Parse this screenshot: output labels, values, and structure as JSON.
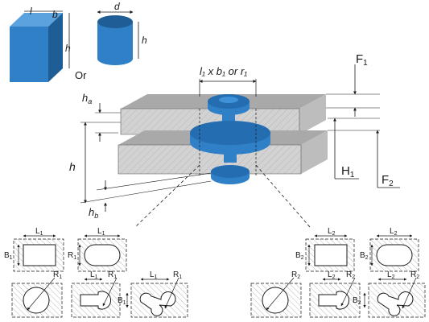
{
  "colors": {
    "blue": "#2f80c6",
    "blue_dark": "#1f5d97",
    "blue_top": "#236db0",
    "blade_top": "#a9a9a9",
    "blade_front": "#d2d2d2",
    "hatch": "#8c8c8c",
    "line": "#1a1a1a"
  },
  "icons": {
    "prism": "rectangular-prism-icon",
    "cylinder": "cylinder-icon"
  },
  "stock": {
    "prism": {
      "l": "l",
      "b": "b",
      "h": "h"
    },
    "cylinder": {
      "d": "d",
      "h": "h"
    },
    "or_label": "Or"
  },
  "main": {
    "section_text": "l₁ x b₁ or r₁",
    "labels": {
      "ha": "h",
      "ha_sub": "a",
      "h": "h",
      "hb": "h",
      "hb_sub": "b",
      "F1": "F",
      "F1_sub": "1",
      "H1": "H",
      "H1_sub": "1",
      "F2": "F",
      "F2_sub": "2"
    }
  },
  "sections": {
    "left": {
      "rect": {
        "L": "L",
        "L_sub": "1",
        "B": "B",
        "B_sub": "1"
      },
      "oval": {
        "L": "L",
        "L_sub": "1",
        "R": "R",
        "R_sub": "1"
      },
      "circle": {
        "R": "R",
        "R_sub": "1"
      },
      "keyhole": {
        "L": "L",
        "L_sub": "1",
        "R": "R",
        "R_sub": "1",
        "B": "B",
        "B_sub": "1"
      },
      "complex": {
        "L": "L",
        "L_sub": "1",
        "R": "R",
        "R_sub": "1"
      }
    },
    "right": {
      "rect": {
        "L": "L",
        "L_sub": "2",
        "B": "B",
        "B_sub": "2"
      },
      "oval": {
        "L": "L",
        "L_sub": "2",
        "B": "B",
        "B_sub": "2"
      },
      "circle": {
        "R": "R",
        "R_sub": "2"
      },
      "keyhole": {
        "L": "L",
        "L_sub": "2",
        "R": "R",
        "R_sub": "2"
      },
      "complex": {
        "L": "L",
        "L_sub": "2",
        "R": "R",
        "R_sub": "2",
        "B": "B",
        "B_sub": "2"
      }
    }
  }
}
